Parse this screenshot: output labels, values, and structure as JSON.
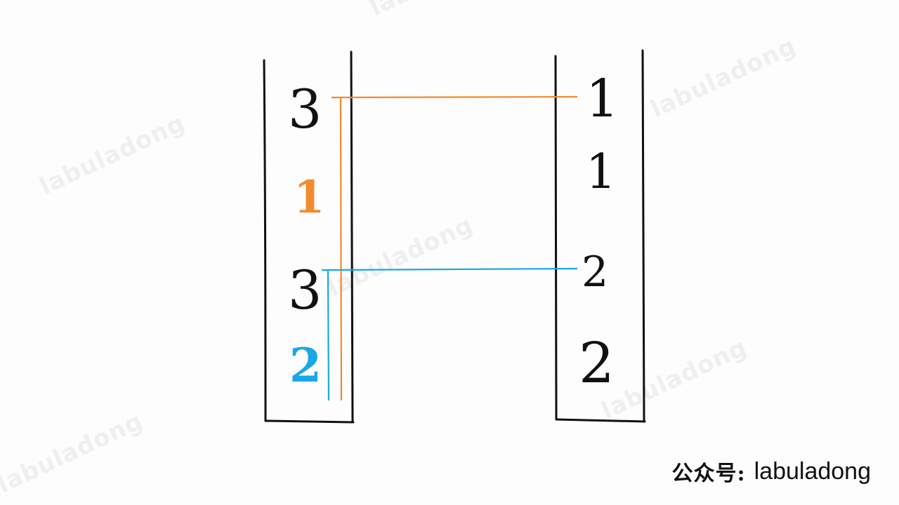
{
  "watermark_text": "labuladong",
  "left_stack": {
    "items": [
      {
        "value": "3",
        "color": "#111111"
      },
      {
        "value": "1",
        "color": "#f28a2e"
      },
      {
        "value": "3",
        "color": "#111111"
      },
      {
        "value": "2",
        "color": "#1aa7e6"
      }
    ]
  },
  "right_stack": {
    "items": [
      {
        "value": "1",
        "color": "#111111"
      },
      {
        "value": "1",
        "color": "#111111"
      },
      {
        "value": "2",
        "color": "#111111"
      },
      {
        "value": "2",
        "color": "#111111"
      }
    ]
  },
  "connectors": {
    "orange": "#f28a2e",
    "blue": "#1aa7e6"
  },
  "footer": {
    "label": "公众号:",
    "handle": "labuladong"
  }
}
